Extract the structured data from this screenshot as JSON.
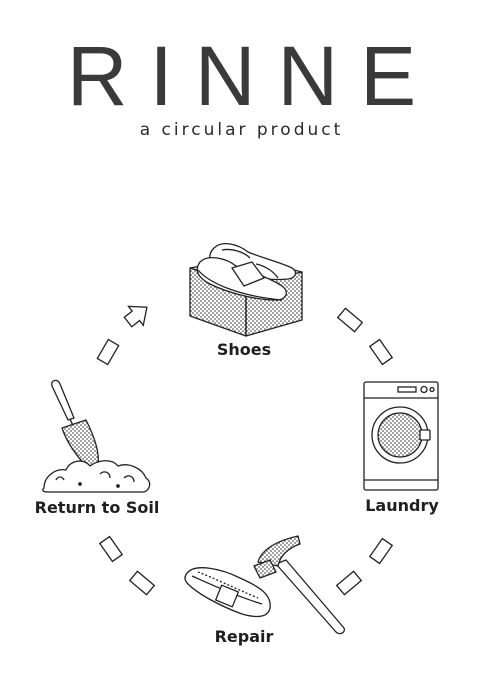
{
  "header": {
    "brand": "RINNE",
    "tagline": "a circular product"
  },
  "stages": [
    {
      "label": "Shoes",
      "icon": "shoes-on-box-icon"
    },
    {
      "label": "Laundry",
      "icon": "washing-machine-icon"
    },
    {
      "label": "Repair",
      "icon": "shoe-and-hammer-icon"
    },
    {
      "label": "Return to Soil",
      "icon": "trowel-in-soil-icon"
    }
  ],
  "colors": {
    "ink": "#2b2b2b",
    "background": "#ffffff"
  }
}
